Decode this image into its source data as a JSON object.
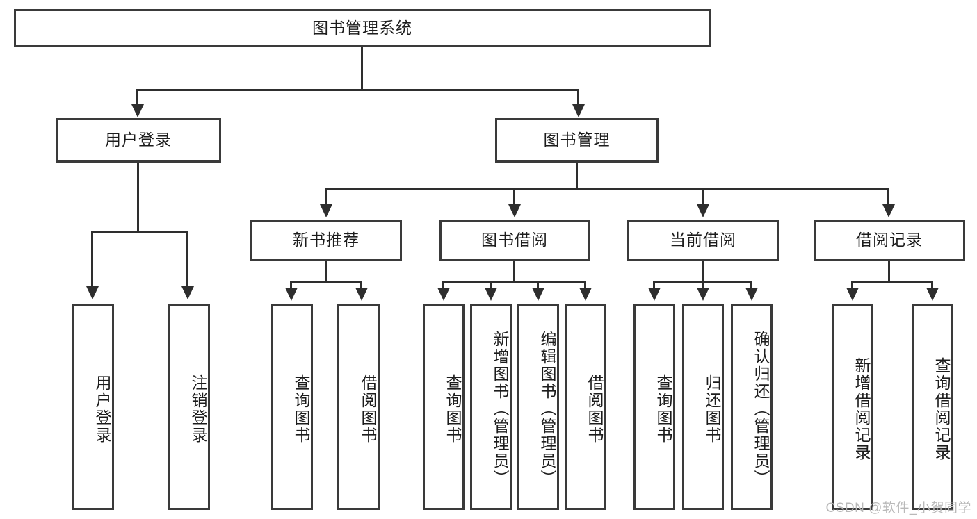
{
  "diagram": {
    "title": "图书管理系统",
    "watermark": "CSDN @软件_小贺同学",
    "colors": {
      "box_border": "#3a3a3a",
      "connector": "#2e2e2e",
      "background": "#ffffff",
      "text": "#1c1c1c",
      "watermark": "#b9b9b9"
    }
  },
  "chart_data": {
    "type": "tree",
    "title": "图书管理系统",
    "orientation": "top-down",
    "levels": 4,
    "root": {
      "label": "图书管理系统",
      "children": [
        {
          "label": "用户登录",
          "children": [
            {
              "label": "用户登录"
            },
            {
              "label": "注销登录"
            }
          ]
        },
        {
          "label": "图书管理",
          "children": [
            {
              "label": "新书推荐",
              "children": [
                {
                  "label": "查询图书"
                },
                {
                  "label": "借阅图书"
                }
              ]
            },
            {
              "label": "图书借阅",
              "children": [
                {
                  "label": "查询图书"
                },
                {
                  "label": "新增图书（管理员）"
                },
                {
                  "label": "编辑图书（管理员）"
                },
                {
                  "label": "借阅图书"
                }
              ]
            },
            {
              "label": "当前借阅",
              "children": [
                {
                  "label": "查询图书"
                },
                {
                  "label": "归还图书"
                },
                {
                  "label": "确认归还（管理员）"
                }
              ]
            },
            {
              "label": "借阅记录",
              "children": [
                {
                  "label": "新增借阅记录"
                },
                {
                  "label": "查询借阅记录"
                }
              ]
            }
          ]
        }
      ]
    }
  },
  "nodes": {
    "root": "图书管理系统",
    "l2": {
      "user_login": "用户登录",
      "book_manage": "图书管理"
    },
    "l3": {
      "new_book_rec": "新书推荐",
      "book_borrow": "图书借阅",
      "current_borrow": "当前借阅",
      "borrow_record": "借阅记录"
    },
    "leaves": {
      "user_login_1": "用户登录",
      "user_login_2": "注销登录",
      "rec_1": "查询图书",
      "rec_2": "借阅图书",
      "borrow_1": "查询图书",
      "borrow_2": "新增图书（管理员）",
      "borrow_3": "编辑图书（管理员）",
      "borrow_4": "借阅图书",
      "cur_1": "查询图书",
      "cur_2": "归还图书",
      "cur_3": "确认归还（管理员）",
      "rcd_1": "新增借阅记录",
      "rcd_2": "查询借阅记录"
    }
  }
}
